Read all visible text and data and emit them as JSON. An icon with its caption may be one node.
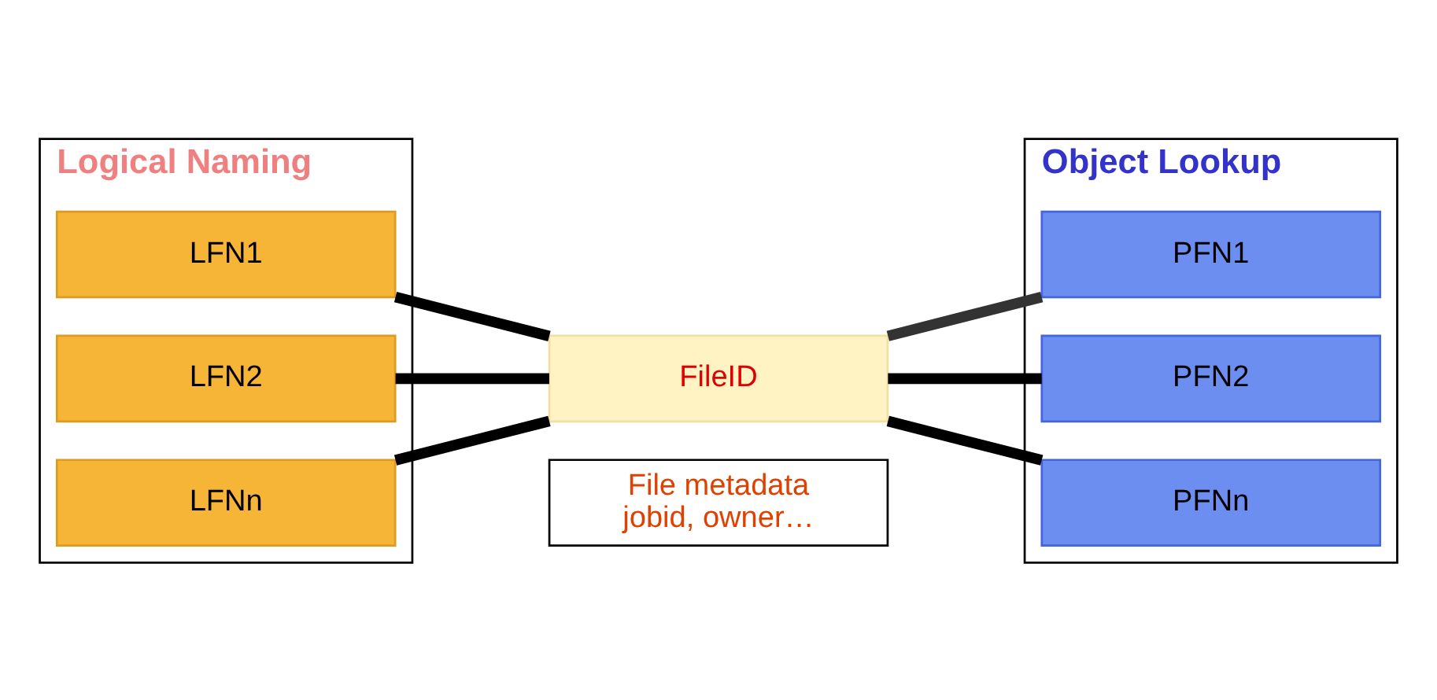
{
  "diagram": {
    "nodes": [
      {
        "text": [
          "Object Lookup"
        ]
      },
      {
        "text": [
          "Logical Naming"
        ]
      },
      {
        "text": [
          "LFN1"
        ],
        "in": 1
      },
      {
        "text": [
          "LFN2"
        ],
        "in": 1
      },
      {
        "text": [
          "LFNn"
        ],
        "in": 1
      },
      {
        "text": [
          "FileID"
        ]
      },
      {
        "text": [
          "PFN1"
        ],
        "in": 0
      },
      {
        "text": [
          "PFN2"
        ],
        "in": 0
      },
      {
        "text": [
          "PFNn"
        ],
        "in": 0
      },
      {
        "text": [
          "File metadata",
          "jobid, owner…"
        ]
      }
    ],
    "edges": [
      {
        "from": 2,
        "to": 5,
        "arrow": "none"
      },
      {
        "from": 3,
        "to": 5,
        "arrow": "none"
      },
      {
        "from": 4,
        "to": 5,
        "arrow": "none"
      },
      {
        "from": 5,
        "to": 6,
        "arrow": "none",
        "color": "#333333"
      },
      {
        "from": 5,
        "to": 7,
        "arrow": "none"
      },
      {
        "from": 5,
        "to": 8,
        "arrow": "none"
      }
    ]
  }
}
